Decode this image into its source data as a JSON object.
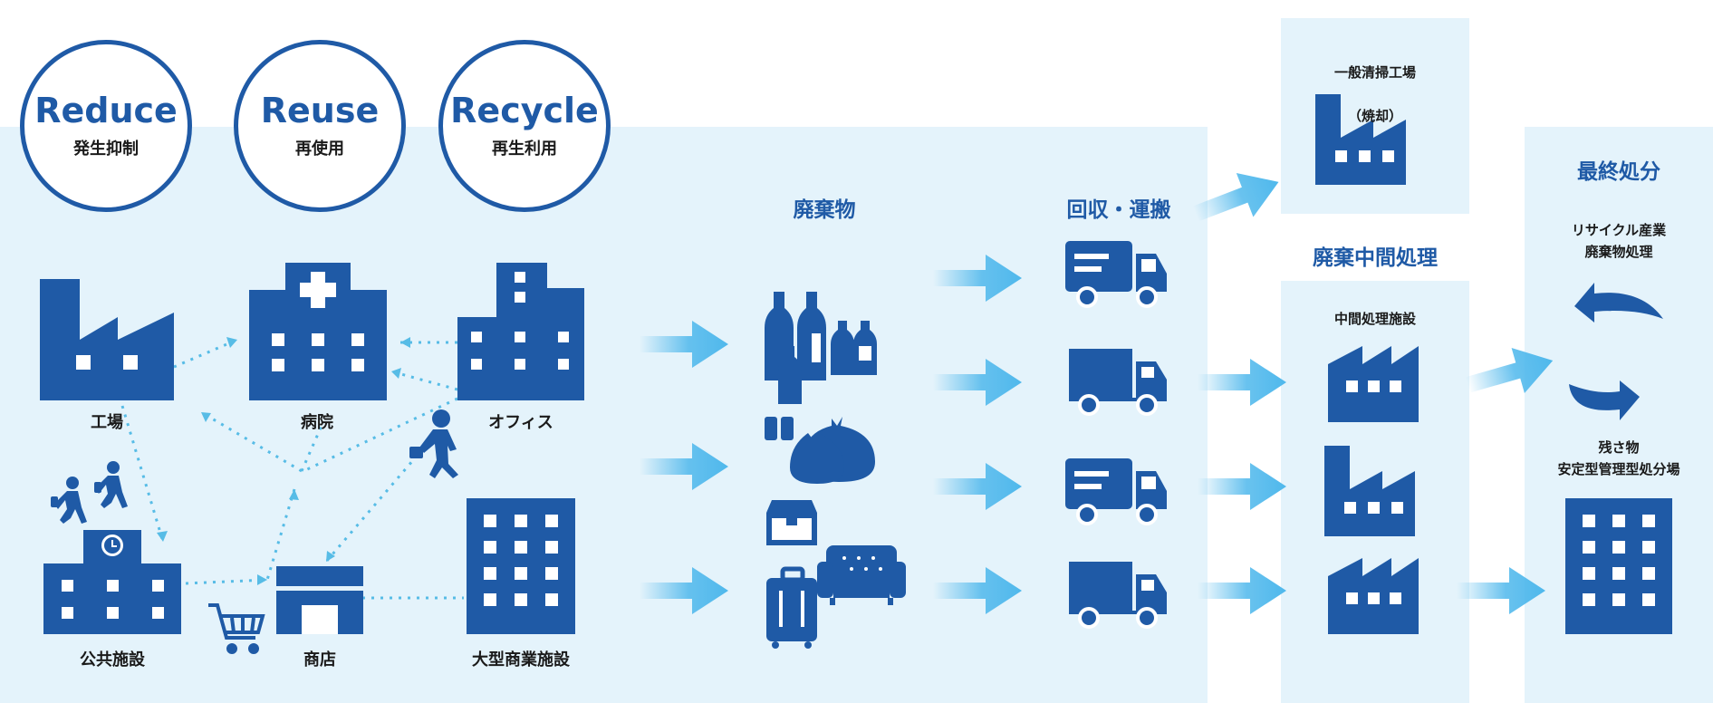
{
  "three_r": {
    "reduce": {
      "en": "Reduce",
      "jp": "発生抑制"
    },
    "reuse": {
      "en": "Reuse",
      "jp": "再使用"
    },
    "recycle": {
      "en": "Recycle",
      "jp": "再生利用"
    }
  },
  "sources": {
    "factory": "工場",
    "hospital": "病院",
    "office": "オフィス",
    "public_facility": "公共施設",
    "shop": "商店",
    "large_commercial": "大型商業施設"
  },
  "stages": {
    "waste": "廃棄物",
    "collection": "回収・運搬",
    "intermediate": "廃棄中間処理",
    "final": "最終処分"
  },
  "incineration": {
    "line1": "一般清掃工場",
    "line2": "（焼却）"
  },
  "intermediate_facility": "中間処理施設",
  "recycle_industry": "リサイクル産業\n廃棄物処理",
  "residue": "残さ物\n安定型管理型処分場",
  "colors": {
    "primary": "#1f5aa6",
    "arrow": "#4fb8ec",
    "panel": "#e4f3fb",
    "dotted": "#57bce6"
  }
}
